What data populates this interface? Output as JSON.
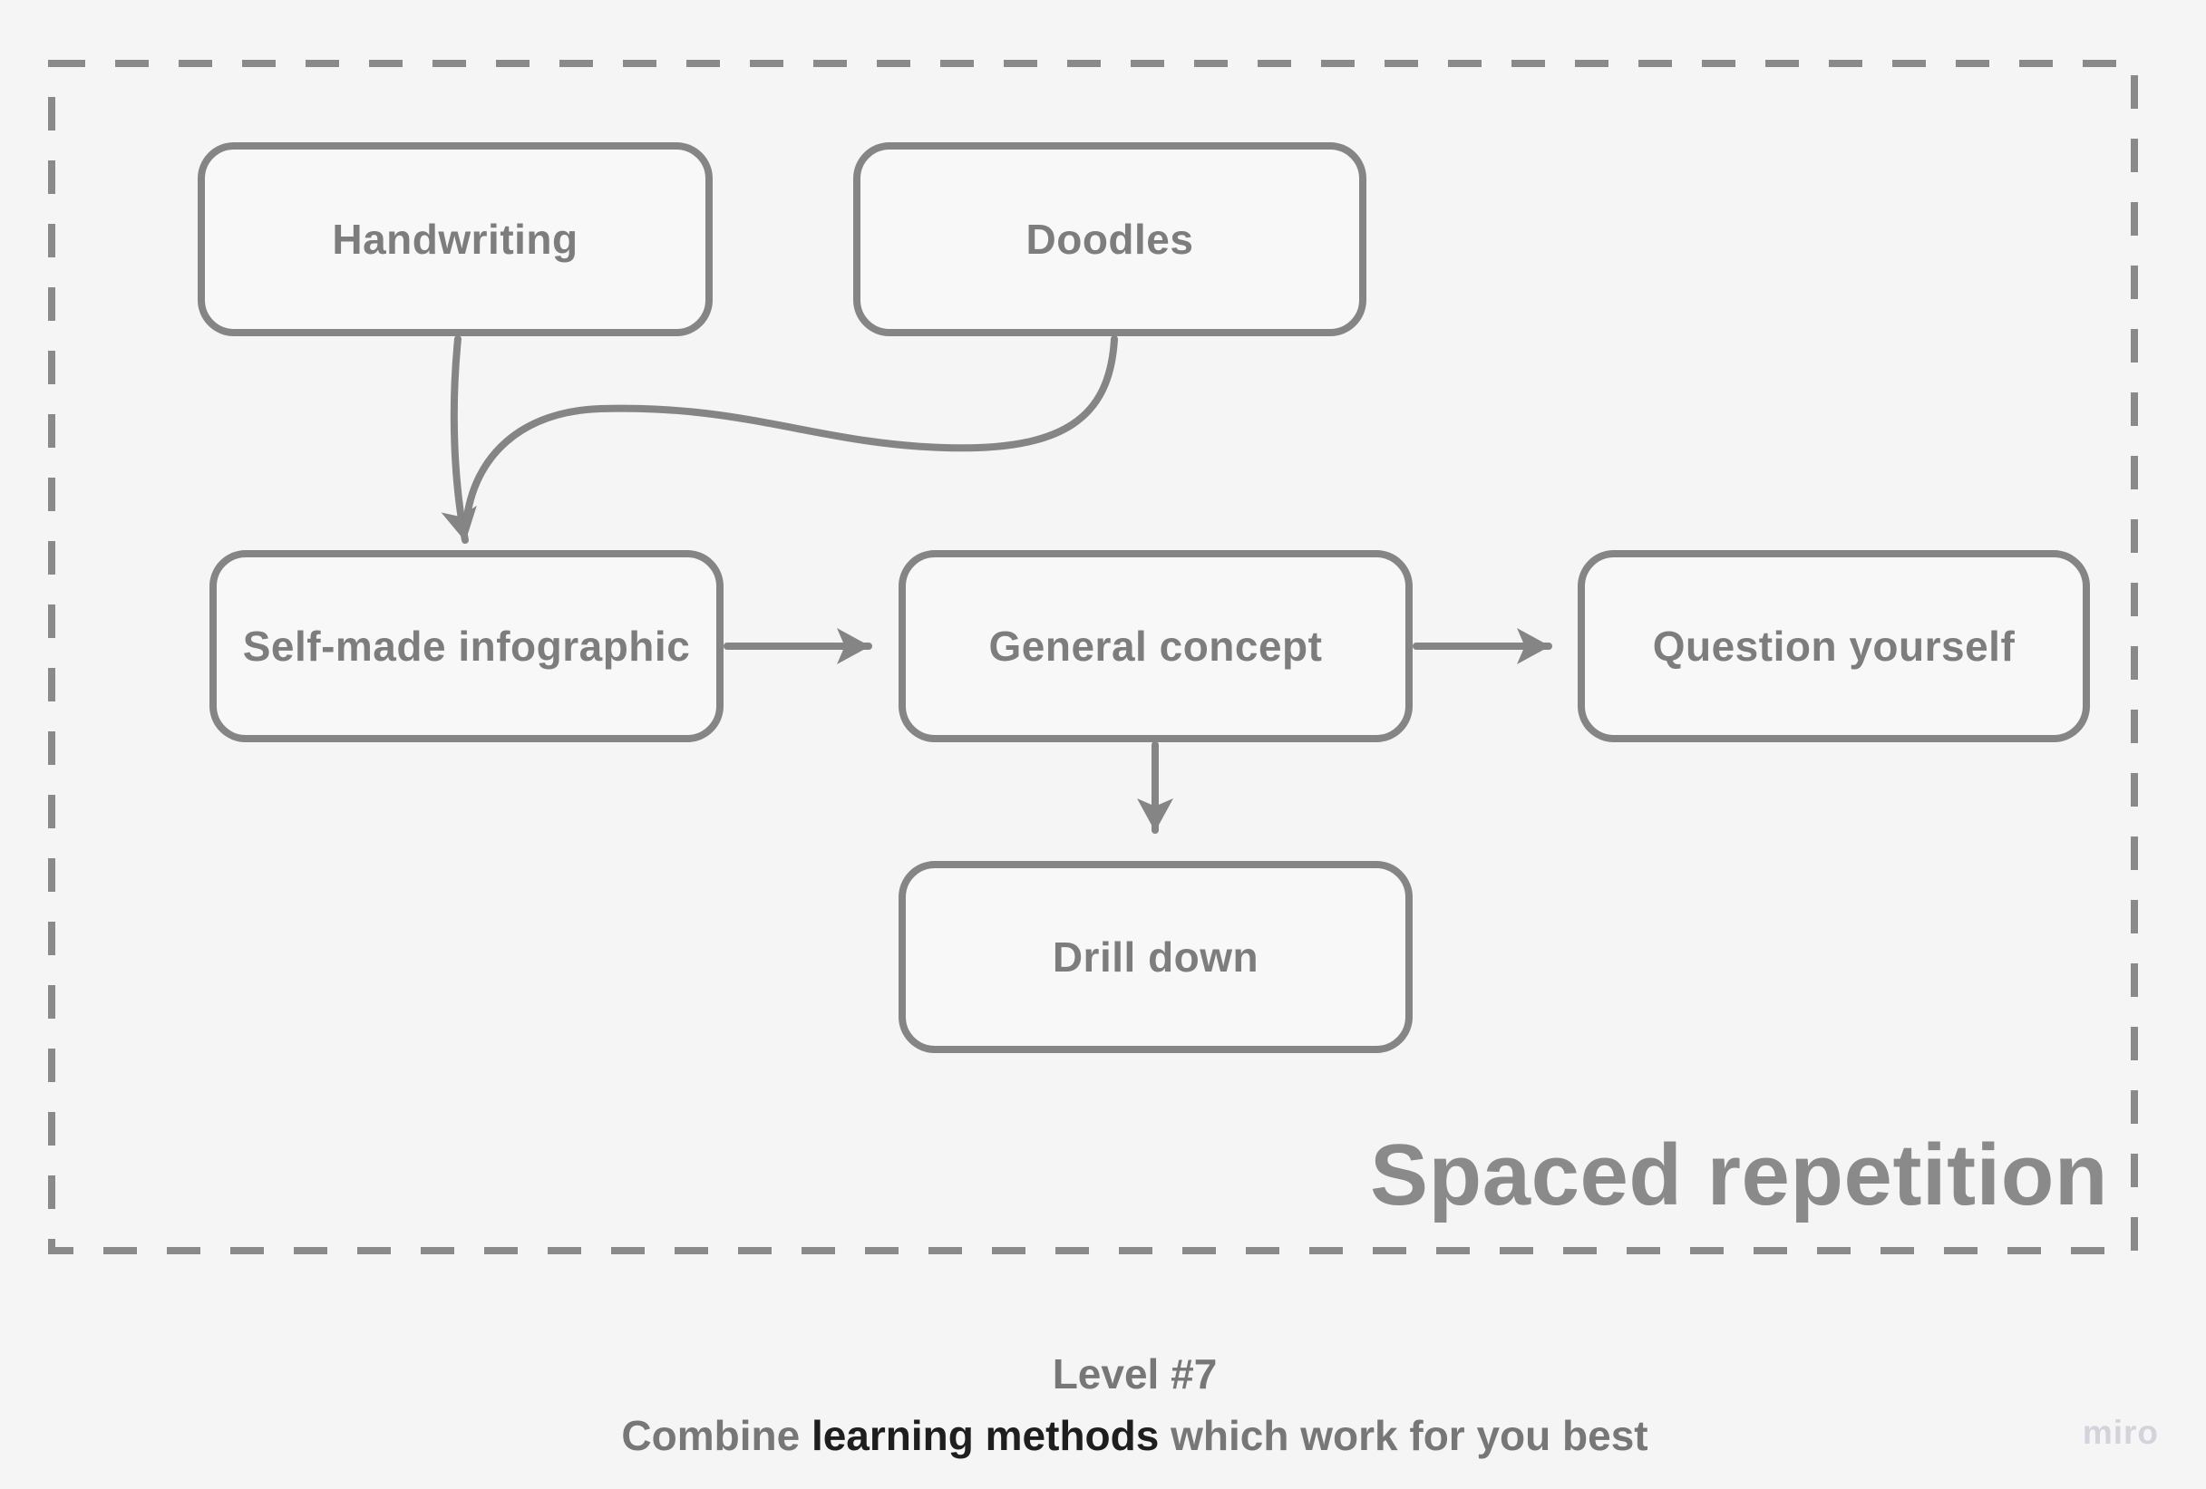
{
  "colors": {
    "background": "#f5f5f6",
    "stroke_gray": "#858585",
    "dashed_frame_gray": "#8a8a8a",
    "node_text_gray": "#7d7d7d",
    "caption_gray": "#777777",
    "caption_dark": "#1e1e1e",
    "watermark_gray": "#d3d3dc"
  },
  "diagram": {
    "nodes": [
      {
        "id": "handwriting",
        "label": "Handwriting"
      },
      {
        "id": "doodles",
        "label": "Doodles"
      },
      {
        "id": "self-made-infographic",
        "label": "Self-made infographic"
      },
      {
        "id": "general-concept",
        "label": "General concept"
      },
      {
        "id": "question-yourself",
        "label": "Question yourself"
      },
      {
        "id": "drill-down",
        "label": "Drill down"
      }
    ],
    "edges": [
      {
        "from": "handwriting",
        "to": "self-made-infographic"
      },
      {
        "from": "doodles",
        "to": "self-made-infographic"
      },
      {
        "from": "self-made-infographic",
        "to": "general-concept"
      },
      {
        "from": "general-concept",
        "to": "question-yourself"
      },
      {
        "from": "general-concept",
        "to": "drill-down"
      }
    ],
    "region_label": "Spaced repetition"
  },
  "caption": {
    "line1": "Level #7",
    "line2_prefix": "Combine ",
    "line2_bold": "learning methods",
    "line2_suffix": " which work for you best"
  },
  "watermark": "miro"
}
